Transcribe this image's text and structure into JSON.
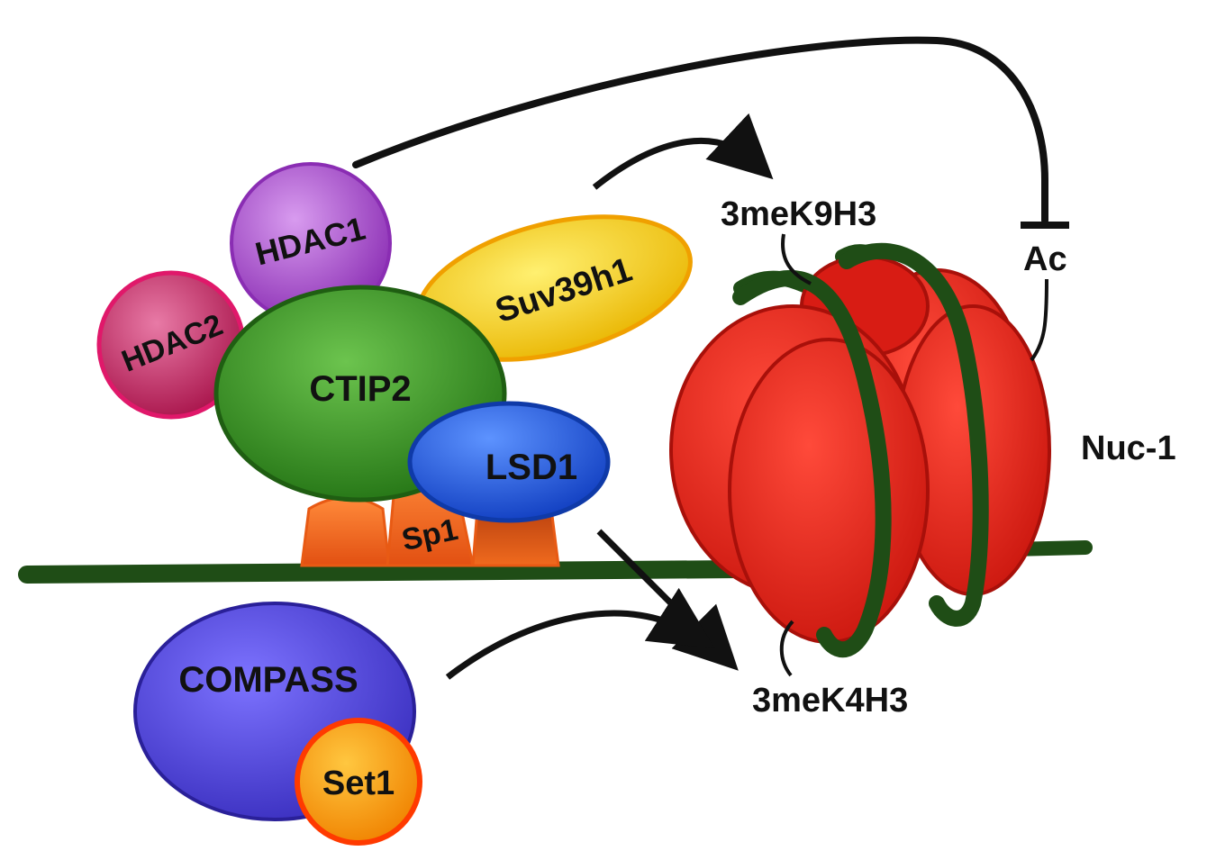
{
  "labels": {
    "hdac1": "HDAC1",
    "hdac2": "HDAC2",
    "ctip2": "CTIP2",
    "suv39h1": "Suv39h1",
    "lsd1": "LSD1",
    "sp1": "Sp1",
    "compass": "COMPASS",
    "set1": "Set1",
    "k9": "3meK9H3",
    "k4": "3meK4H3",
    "ac": "Ac",
    "nuc": "Nuc-1"
  },
  "colors": {
    "hdac1": "#9b3fc0",
    "hdac2": "#c2185b",
    "ctip2": "#2e8b1e",
    "suv39h1": "#f2c200",
    "lsd1": "#1f5fe0",
    "sp1": "#f06a1e",
    "compass": "#4a3fd0",
    "set1": "#f59a0a",
    "nucleosome": "#e0201a",
    "dna": "#1f4d16"
  }
}
